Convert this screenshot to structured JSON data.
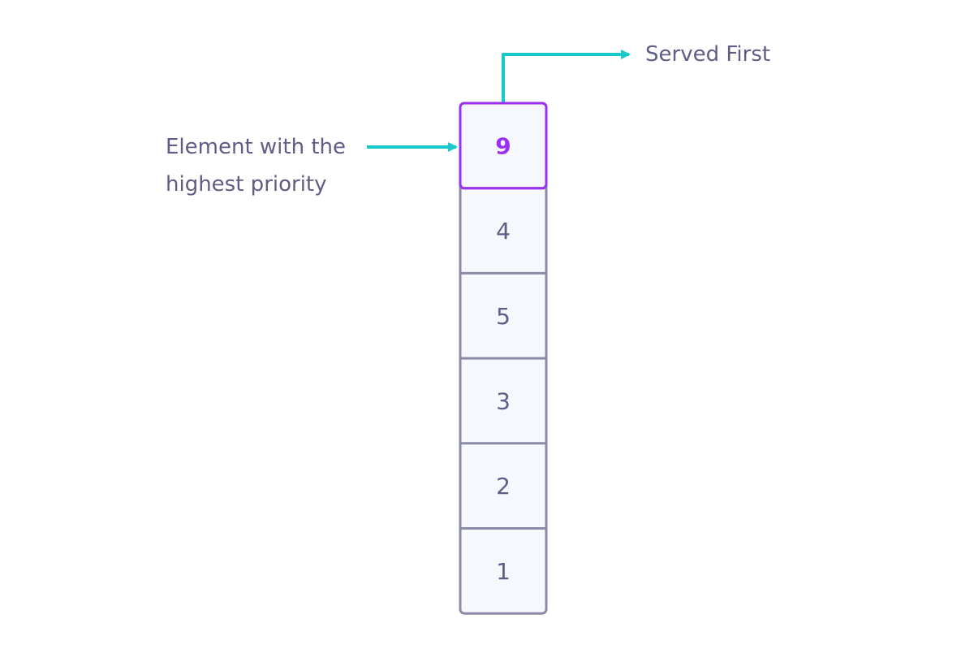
{
  "diagram": {
    "served_label": "Served First",
    "priority_label": [
      "Element with the",
      "highest priority"
    ],
    "queue": [
      "9",
      "4",
      "5",
      "3",
      "2",
      "1"
    ],
    "highlighted_index": 0,
    "colors": {
      "arrow": "#17c9cc",
      "highlight": "#9b2ff2",
      "cell_border": "#8c8aa9",
      "cell_fill": "#f7f8fd",
      "text": "#5f5d86"
    }
  }
}
